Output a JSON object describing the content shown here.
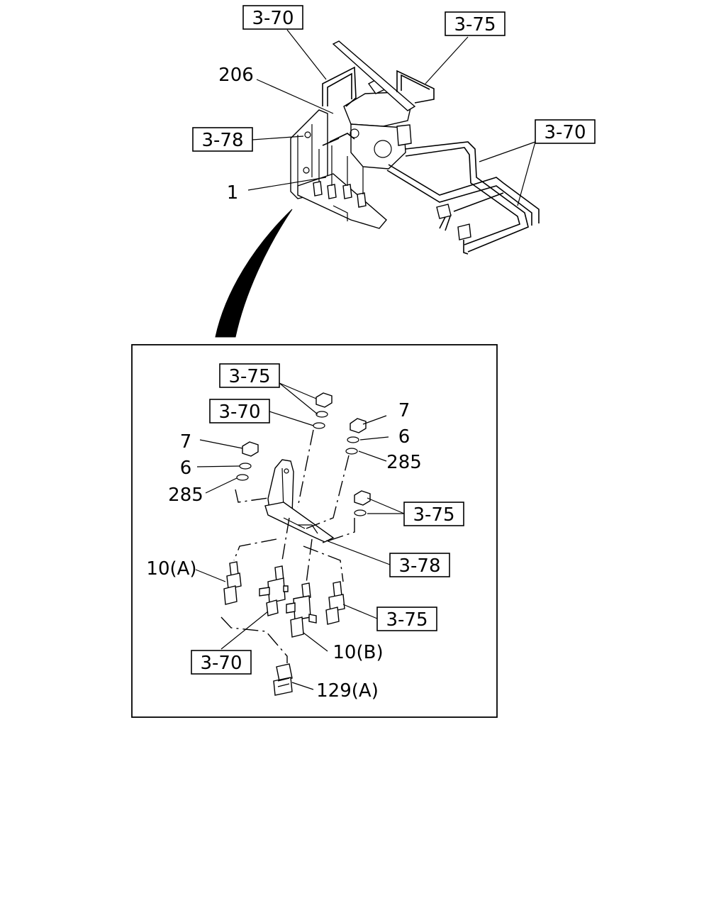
{
  "top": {
    "refs": {
      "ref_a": "3-70",
      "ref_b": "3-75",
      "ref_c": "3-78",
      "ref_d": "3-70"
    },
    "labels": {
      "l206": "206",
      "l1": "1"
    }
  },
  "detail": {
    "refs": {
      "r1": "3-75",
      "r2": "3-70",
      "r3": "3-75",
      "r4": "3-78",
      "r5": "3-75",
      "r6": "3-70"
    },
    "labels": {
      "l7a": "7",
      "l6a": "6",
      "l285a": "285",
      "l7b": "7",
      "l6b": "6",
      "l285b": "285",
      "l10a": "10(A)",
      "l10b": "10(B)",
      "l129a": "129(A)"
    }
  }
}
